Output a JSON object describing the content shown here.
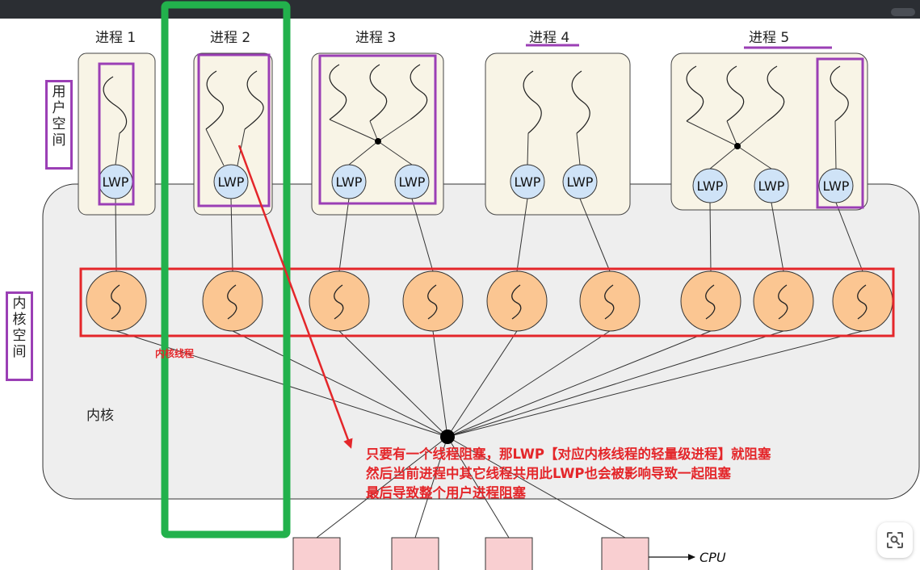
{
  "processes": [
    "进程 1",
    "进程 2",
    "进程 3",
    "进程 4",
    "进程 5"
  ],
  "lwp_label": "LWP",
  "user_space": [
    "用",
    "户",
    "空",
    "间"
  ],
  "kernel_space": [
    "内",
    "核",
    "空",
    "间"
  ],
  "kernel_thread_label": "内核线程",
  "kernel_label": "内核",
  "cpu_label": "CPU",
  "annotation": [
    "只要有一个线程阻塞，那LWP【对应内核线程的轻量级进程】就阻塞",
    "然后当前进程中其它线程共用此LWP也会被影响导致一起阻塞",
    "最后导致整个用户进程阻塞"
  ],
  "colors": {
    "green": "#22b14c",
    "purple": "#9b3fb5",
    "red": "#e4262a",
    "thread_orange": "#fbc692",
    "lwp_blue": "#cfe3f7",
    "cpu_pink": "#f9cfd1",
    "kernel_gray": "#eeeeee",
    "process_beige": "#f8f4e6"
  },
  "icons": [
    "scan-icon"
  ]
}
